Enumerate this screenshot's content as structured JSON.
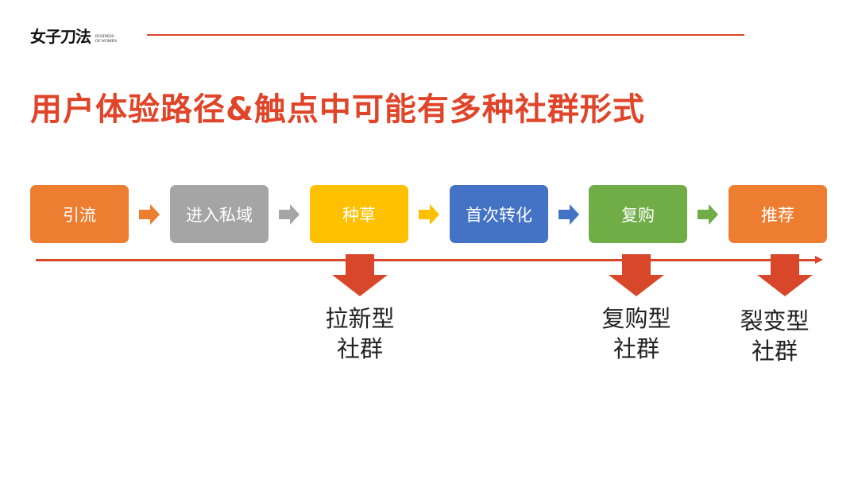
{
  "logo": {
    "cn": "女子刀法",
    "en_line1": "BUSINESS",
    "en_line2": "OF WOMEN"
  },
  "title": "用户体验路径&触点中可能有多种社群形式",
  "steps": [
    {
      "label": "引流",
      "color": "#ED7D31"
    },
    {
      "label": "进入私域",
      "color": "#A5A5A5"
    },
    {
      "label": "种草",
      "color": "#FFC000"
    },
    {
      "label": "首次转化",
      "color": "#4472C4"
    },
    {
      "label": "复购",
      "color": "#70AD47"
    },
    {
      "label": "推荐",
      "color": "#ED7D31"
    }
  ],
  "communities": [
    {
      "line1": "拉新型",
      "line2": "社群"
    },
    {
      "line1": "复购型",
      "line2": "社群"
    },
    {
      "line1": "裂变型",
      "line2": "社群"
    }
  ],
  "accent": "#D9472B"
}
